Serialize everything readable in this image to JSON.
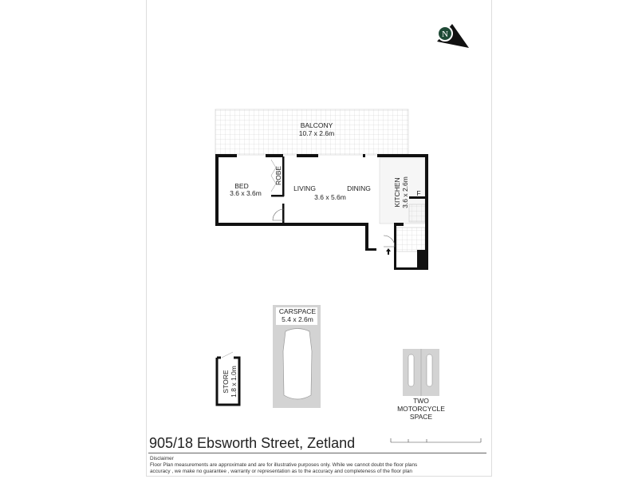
{
  "address": "905/18 Ebsworth Street, Zetland",
  "north_label": "N",
  "rooms": {
    "balcony": {
      "name": "BALCONY",
      "size": "10.7 x 2.6m"
    },
    "bed": {
      "name": "BED",
      "size": "3.6 x 3.6m"
    },
    "robe": {
      "name": "ROBE"
    },
    "living": {
      "name": "LIVING"
    },
    "dining": {
      "name": "DINING"
    },
    "living_dining_size": "3.6 x 5.6m",
    "kitchen": {
      "name": "KITCHEN",
      "size": "3.6 x 2.6m"
    },
    "fridge": {
      "name": "F"
    },
    "carspace": {
      "name": "CARSPACE",
      "size": "5.4 x 2.6m"
    },
    "store": {
      "name": "STORE",
      "size": "1.8 x 1.0m"
    },
    "motorcycle": {
      "line1": "TWO",
      "line2": "MOTORCYCLE",
      "line3": "SPACE"
    }
  },
  "disclaimer": {
    "heading": "Disclaimer",
    "line1": "Floor Plan measurements are approximate and are for illustrative purposes only. While we cannot doubt the floor plans",
    "line2": "accuracy , we make no guarantee , warranty or representation as to the accuracy and completeness of the floor plan"
  },
  "colors": {
    "wall": "#111111",
    "north_badge": "#1f4a36",
    "parking": "#d3d3d3"
  }
}
